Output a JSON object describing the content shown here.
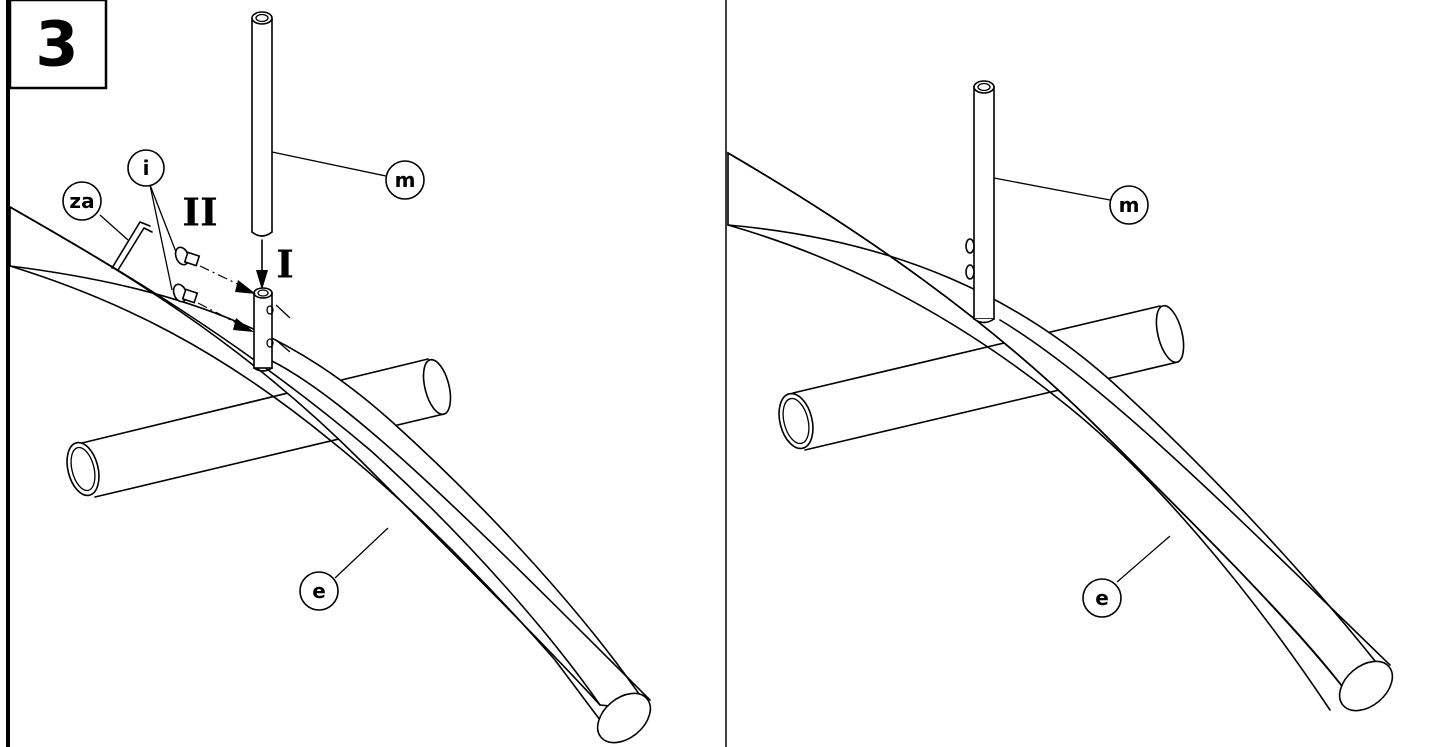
{
  "step": {
    "number": "3"
  },
  "left_panel": {
    "labels": {
      "i": "i",
      "za": "za",
      "m": "m",
      "e": "e"
    },
    "step_marks": {
      "first": "I",
      "second": "II"
    }
  },
  "right_panel": {
    "labels": {
      "m": "m",
      "e": "e"
    }
  }
}
